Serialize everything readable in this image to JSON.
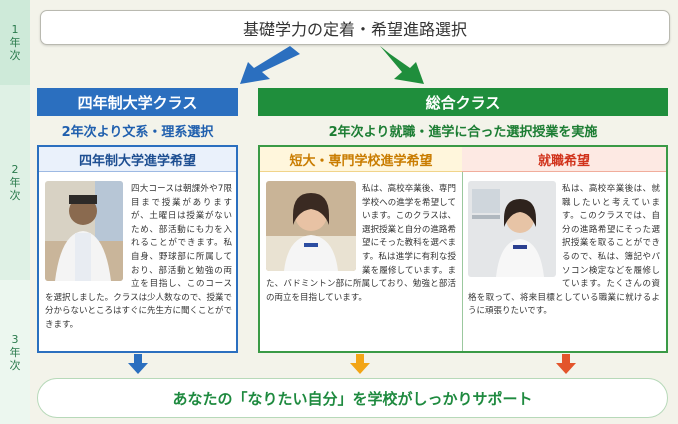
{
  "years": [
    {
      "label": "1",
      "unit": "年",
      "suffix": "次"
    },
    {
      "label": "2",
      "unit": "年",
      "suffix": "次"
    },
    {
      "label": "3",
      "unit": "年",
      "suffix": "次"
    }
  ],
  "top_title": "基礎学力の定着・希望進路選択",
  "left": {
    "header": "四年制大学クラス",
    "subtitle": "2年次より文系・理系選択",
    "panel_title": "四年制大学進学希望",
    "text": "四大コースは朝課外や7限目まで授業がありますが、土曜日は授業がないため、部活動にも力を入れることができます。私自身、野球部に所属しており、部活動と勉強の両立を目指し、このコースを選択しました。クラスは少人数なので、授業で分からないところはすぐに先生方に聞くことができます。"
  },
  "right": {
    "header": "総合クラス",
    "subtitle": "2年次より就職・進学に合った選択授業を実施",
    "col1": {
      "title": "短大・専門学校進学希望",
      "text": "私は、高校卒業後、専門学校への進学を希望しています。このクラスは、選択授業と自分の進路希望にそった教科を選べます。私は進学に有利な授業を履修しています。また、バドミントン部に所属しており、勉強と部活の両立を目指しています。"
    },
    "col2": {
      "title": "就職希望",
      "text": "私は、高校卒業後は、就職したいと考えています。このクラスでは、自分の進路希望にそった選択授業を取ることができるので、私は、簿記やパソコン検定などを履修しています。たくさんの資格を取って、将来目標としている職業に就けるように頑張りたいです。"
    }
  },
  "bottom_message": "あなたの「なりたい自分」を学校がしっかりサポート",
  "colors": {
    "blue": "#2b6fbf",
    "green": "#1f8e3c",
    "yellow": "#f2a516",
    "red": "#e3542b"
  }
}
